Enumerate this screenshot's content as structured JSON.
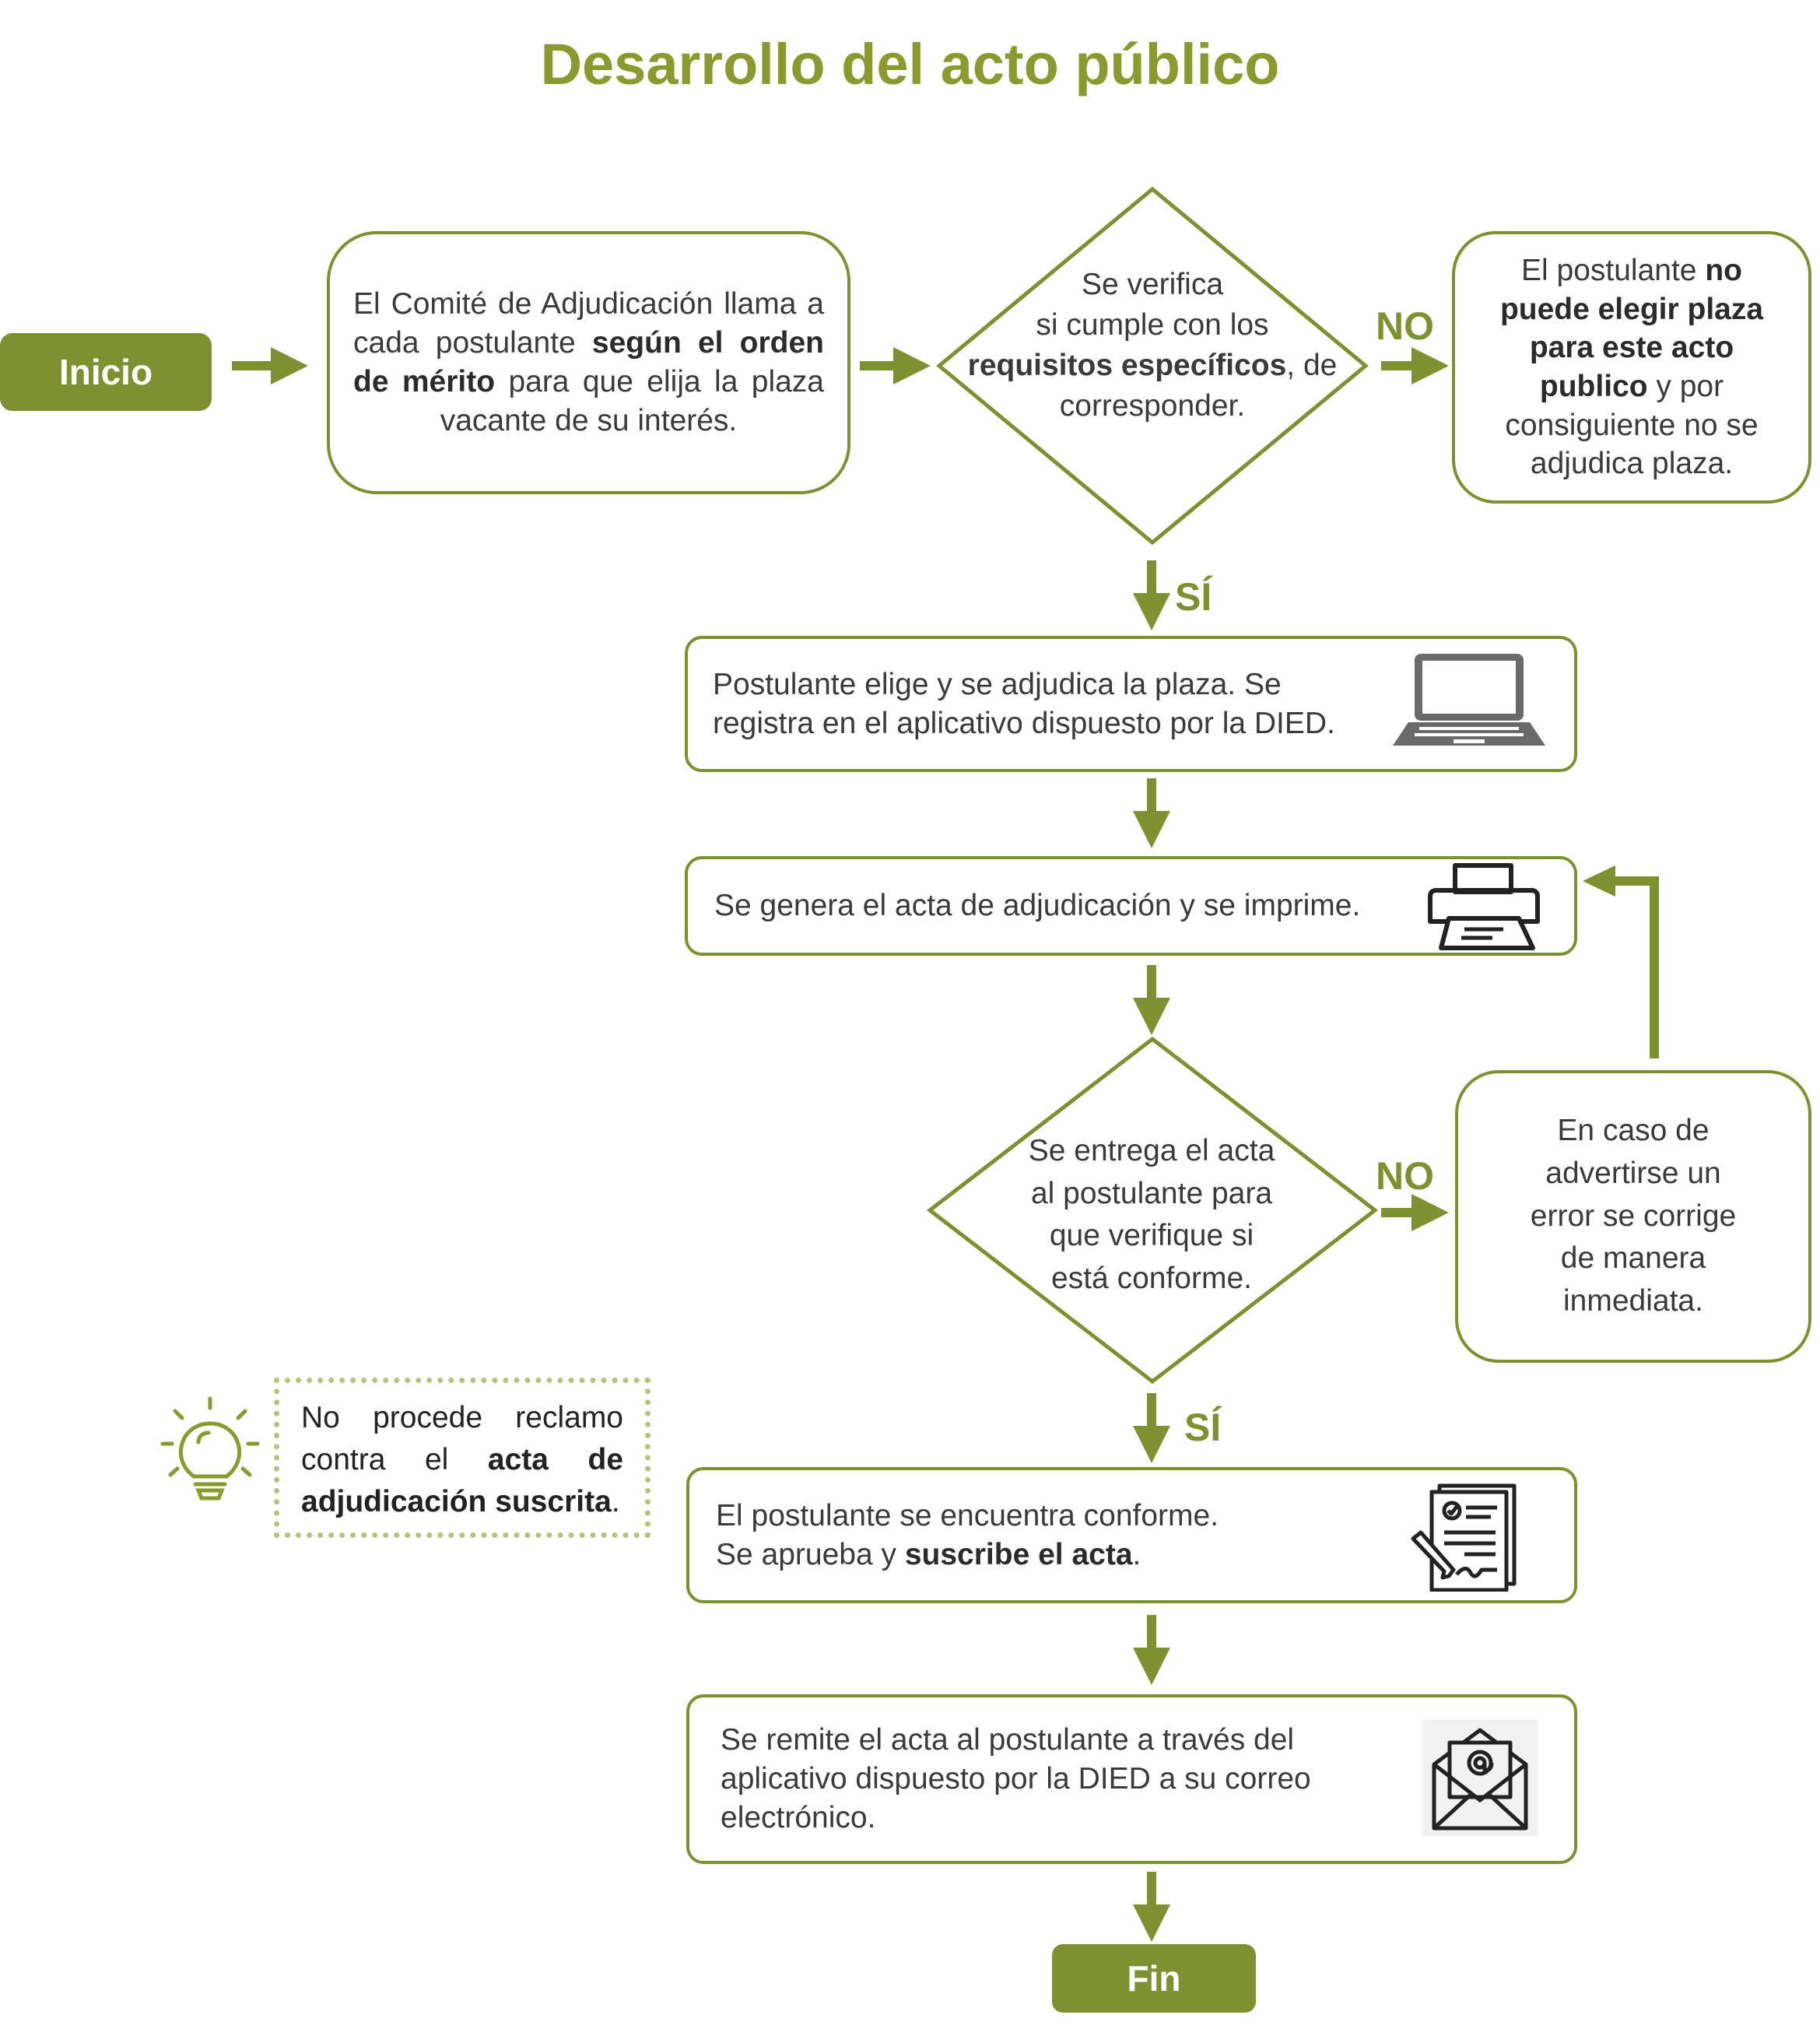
{
  "title": "Desarrollo del acto público",
  "start": {
    "label": "Inicio"
  },
  "end": {
    "label": "Fin"
  },
  "step_call": {
    "pre": "El Comité de Adjudicación llama a cada postulante ",
    "bold": "según el orden de mérito",
    "post": " para que elija la plaza vacante de su interés."
  },
  "decision_requirements": {
    "line1": "Se verifica",
    "line2": "si cumple con los",
    "bold": "requisitos específicos",
    "line3_post": ", de",
    "line4": "corresponder."
  },
  "no_choice": {
    "pre": "El postulante ",
    "bold1": "no puede elegir plaza para este acto publico",
    "post": " y por consiguiente no se adjudica plaza."
  },
  "branch_labels": {
    "no1": "NO",
    "yes1": "SÍ",
    "no2": "NO",
    "yes2": "SÍ"
  },
  "step_assign": {
    "line1": "Postulante elige y se adjudica la plaza. Se",
    "line2": "registra en el aplicativo dispuesto por la DIED.",
    "icon": "laptop-icon"
  },
  "step_print": {
    "text": "Se genera el acta de adjudicación y se imprime.",
    "icon": "printer-icon"
  },
  "decision_deliver": {
    "line1": "Se entrega el acta",
    "line2": "al postulante para",
    "line3": "que  verifique si",
    "line4": "está conforme."
  },
  "step_correct": {
    "line1": "En caso de",
    "line2": "advertirse un",
    "line3": "error se corrige",
    "line4": "de manera",
    "line5": "inmediata."
  },
  "step_sign": {
    "line1": "El postulante se encuentra conforme.",
    "line2_pre": "Se aprueba y ",
    "line2_bold": "suscribe el acta",
    "line2_post": ".",
    "icon": "signed-document-icon"
  },
  "step_send": {
    "line1": "Se remite el acta al postulante a través del",
    "line2": "aplicativo dispuesto por la DIED a su correo",
    "line3": "electrónico.",
    "icon": "email-envelope-icon"
  },
  "note": {
    "pre": "No procede reclamo contra el ",
    "bold": "acta de adjudicación suscrita",
    "post": ".",
    "icon": "lightbulb-icon"
  },
  "colors": {
    "accent": "#7d9130",
    "title": "#8a9a2e",
    "note_border": "#b5c47a"
  }
}
